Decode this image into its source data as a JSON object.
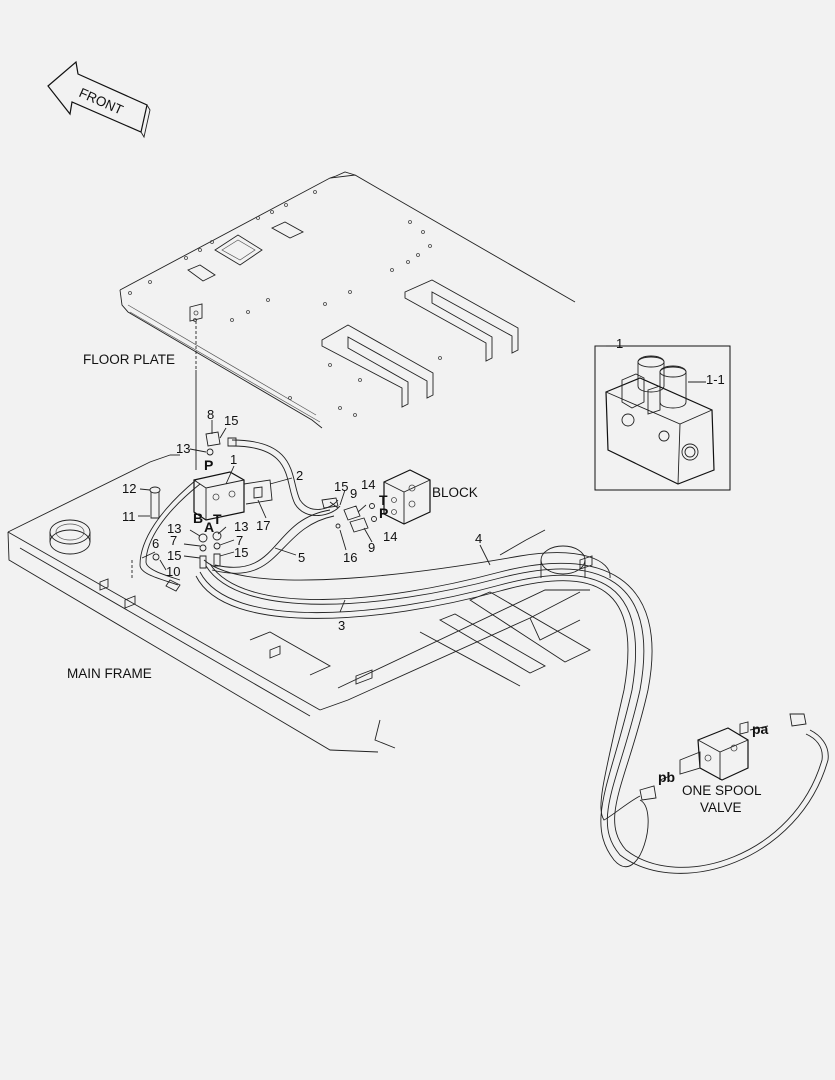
{
  "direction": {
    "label": "FRONT"
  },
  "assemblies": {
    "floor_plate": "FLOOR PLATE",
    "main_frame": "MAIN FRAME",
    "block": "BLOCK",
    "one_spool_valve": [
      "ONE SPOOL",
      "VALVE"
    ]
  },
  "ports": {
    "p_top": "P",
    "b": "B",
    "a": "A",
    "t_valve": "T",
    "t_block": "T",
    "p_block": "P",
    "pa": "pa",
    "pb": "pb"
  },
  "callouts": {
    "c1": "1",
    "c1_inset": "1",
    "c1_1": "1-1",
    "c2": "2",
    "c3": "3",
    "c4": "4",
    "c5": "5",
    "c6": "6",
    "c7_left": "7",
    "c7_right": "7",
    "c8": "8",
    "c9_upper": "9",
    "c9_lower": "9",
    "c10": "10",
    "c11": "11",
    "c12": "12",
    "c13_top": "13",
    "c13_left": "13",
    "c13_right": "13",
    "c14_upper": "14",
    "c14_lower": "14",
    "c15_top": "15",
    "c15_left": "15",
    "c15_right": "15",
    "c15_block": "15",
    "c16": "16",
    "c17": "17"
  }
}
